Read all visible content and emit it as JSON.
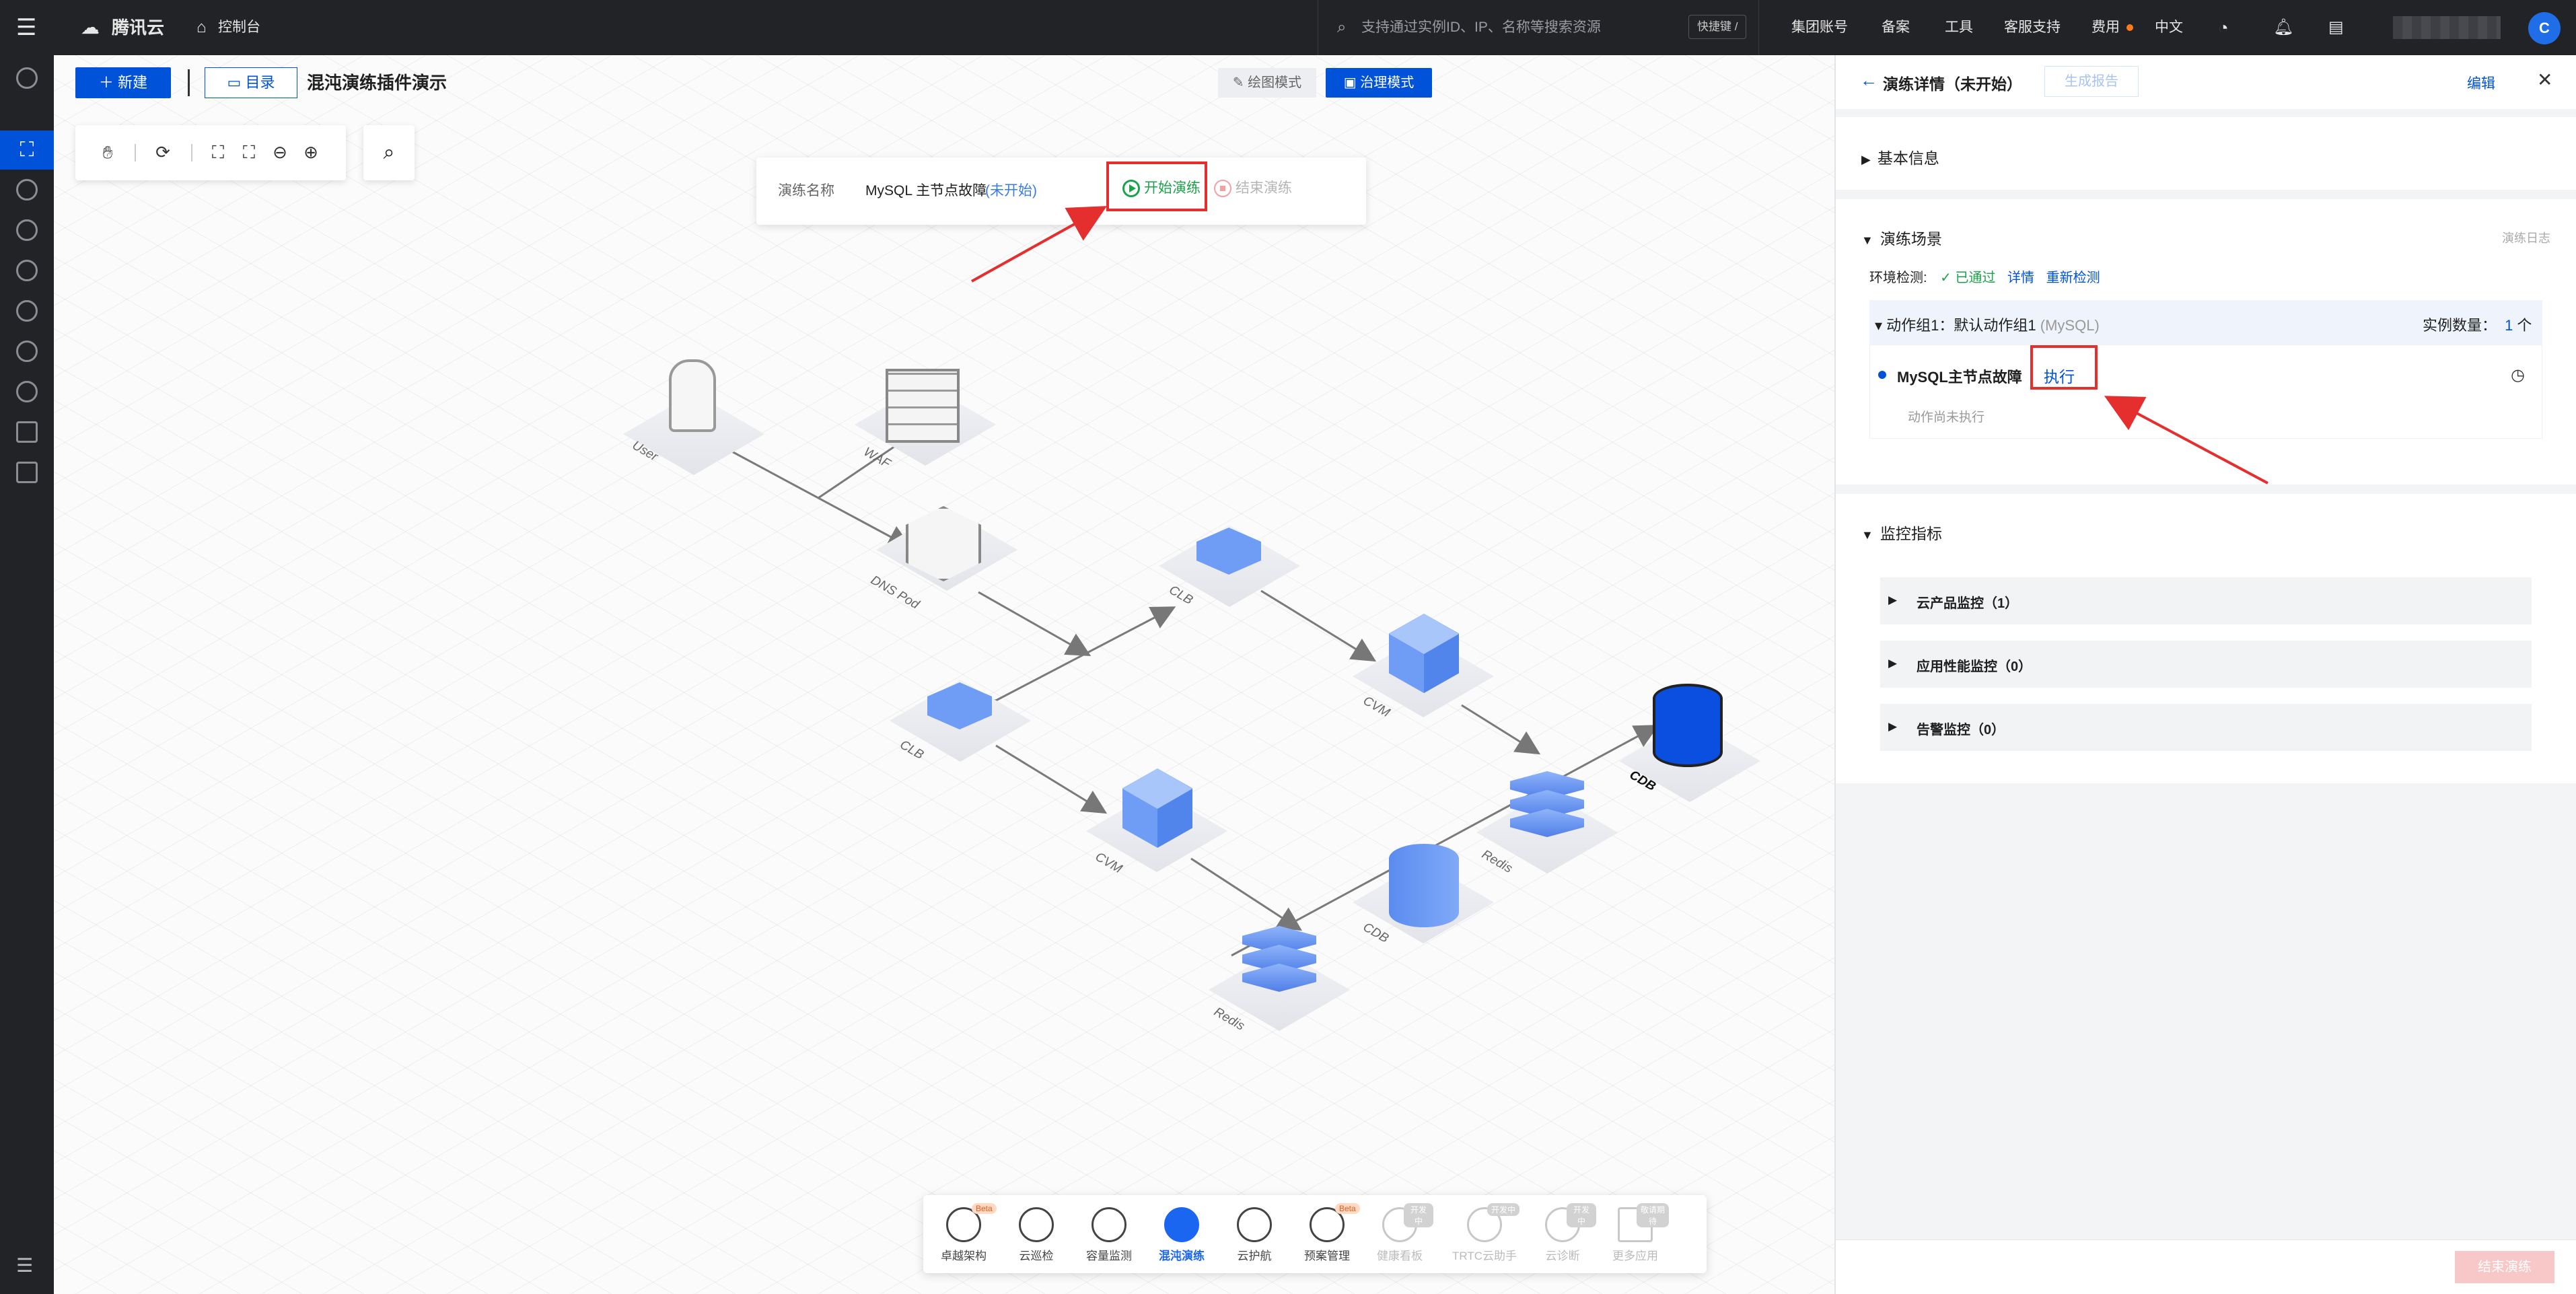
{
  "topbar": {
    "brand": "腾讯云",
    "console": "控制台",
    "search_placeholder": "支持通过实例ID、IP、名称等搜索资源",
    "shortcut": "快捷键 /",
    "links": [
      "集团账号",
      "备案",
      "工具",
      "客服支持",
      "费用",
      "中文"
    ],
    "avatar": "C"
  },
  "toolbar": {
    "new_label": "新建",
    "dir_label": "目录",
    "title": "混沌演练插件演示",
    "draw_mode": "绘图模式",
    "gov_mode": "治理模式"
  },
  "drill": {
    "name_label": "演练名称",
    "name": "MySQL 主节点故障",
    "status": "(未开始)",
    "start": "开始演练",
    "end": "结束演练"
  },
  "nodes": [
    "User",
    "WAF",
    "DNS Pod",
    "CLB",
    "CLB",
    "CVM",
    "CVM",
    "CDB",
    "Redis",
    "Redis",
    "CDB"
  ],
  "dock": [
    {
      "label": "卓越架构",
      "badge": "Beta",
      "state": "normal"
    },
    {
      "label": "云巡检",
      "badge": "",
      "state": "normal"
    },
    {
      "label": "容量监测",
      "badge": "",
      "state": "normal"
    },
    {
      "label": "混沌演练",
      "badge": "",
      "state": "active"
    },
    {
      "label": "云护航",
      "badge": "",
      "state": "normal"
    },
    {
      "label": "预案管理",
      "badge": "Beta",
      "state": "normal"
    },
    {
      "label": "健康看板",
      "badge": "开发中",
      "state": "disabled"
    },
    {
      "label": "TRTC云助手",
      "badge": "开发中",
      "state": "disabled"
    },
    {
      "label": "云诊断",
      "badge": "开发中",
      "state": "disabled"
    },
    {
      "label": "更多应用",
      "badge": "敬请期待",
      "state": "disabled"
    }
  ],
  "panel": {
    "title": "演练详情（未开始）",
    "report_btn": "生成报告",
    "edit": "编辑",
    "basic_info": "基本信息",
    "scene": "演练场景",
    "log": "演练日志",
    "env_label": "环境检测:",
    "env_pass": "已通过",
    "env_detail": "详情",
    "env_recheck": "重新检测",
    "group_title": "动作组1：默认动作组1",
    "group_type": "(MySQL)",
    "instance_label": "实例数量：",
    "instance_count": "1",
    "instance_unit": "个",
    "action_name": "MySQL主节点故障",
    "execute": "执行",
    "action_status": "动作尚未执行",
    "monitor": "监控指标",
    "monitor_items": [
      "云产品监控（1）",
      "应用性能监控（0）",
      "告警监控（0）"
    ],
    "finish_btn": "结束演练"
  },
  "colors": {
    "primary": "#0052d9",
    "highlight": "#e52e2e",
    "success": "#1aa34a"
  }
}
